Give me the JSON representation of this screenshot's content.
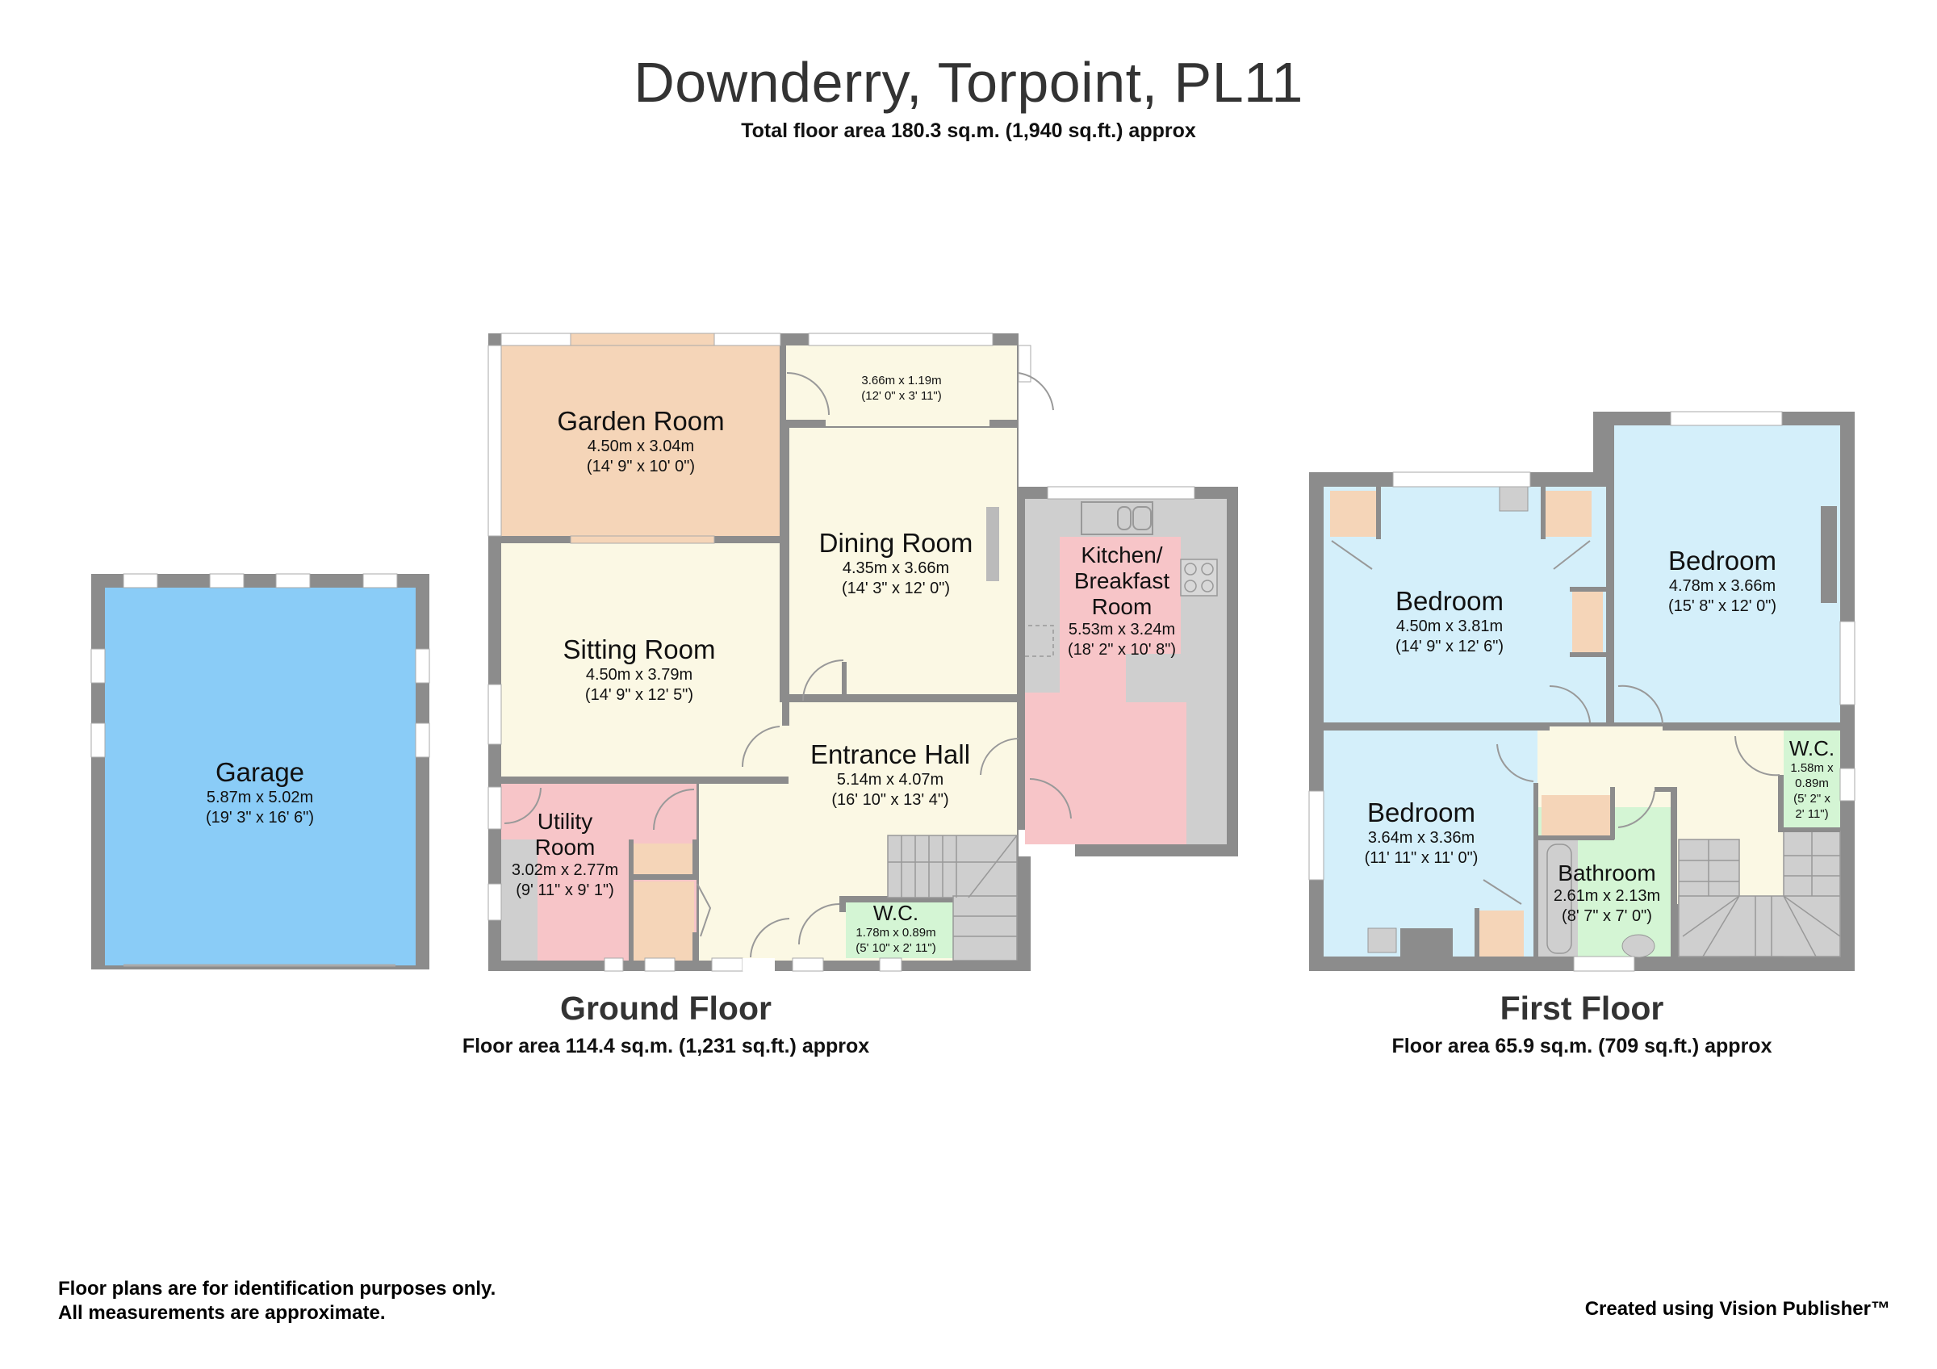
{
  "header": {
    "title": "Downderry, Torpoint, PL11",
    "total_area": "Total floor area 180.3 sq.m. (1,940 sq.ft.) approx"
  },
  "colors": {
    "wall": "#8c8c8c",
    "garden_room": "#f5d5b8",
    "hall_cream": "#fbf8e4",
    "kitchen_pink": "#f7c5c8",
    "wc_green": "#d4f5d4",
    "garage_blue": "#8accf7",
    "bedroom_blue": "#d4effa",
    "worktop_grey": "#cfcfcf",
    "cupboard_peach": "#f5d5b8"
  },
  "ground_floor": {
    "title": "Ground Floor",
    "area": "Floor area 114.4 sq.m. (1,231 sq.ft.) approx",
    "rooms": [
      {
        "name": "Garden Room",
        "metric": "4.50m x 3.04m",
        "imperial": "(14' 9\" x 10' 0\")"
      },
      {
        "name": "",
        "metric": "3.66m x 1.19m",
        "imperial": "(12' 0\" x 3' 11\")"
      },
      {
        "name": "Dining Room",
        "metric": "4.35m x 3.66m",
        "imperial": "(14' 3\" x 12' 0\")"
      },
      {
        "name": "Kitchen/ Breakfast Room",
        "line1": "Kitchen/",
        "line2": "Breakfast",
        "line3": "Room",
        "metric": "5.53m x 3.24m",
        "imperial": "(18' 2\" x 10' 8\")"
      },
      {
        "name": "Sitting Room",
        "metric": "4.50m x 3.79m",
        "imperial": "(14' 9\" x 12' 5\")"
      },
      {
        "name": "Entrance Hall",
        "metric": "5.14m x 4.07m",
        "imperial": "(16' 10\" x 13' 4\")"
      },
      {
        "name": "Utility Room",
        "line1": "Utility",
        "line2": "Room",
        "metric": "3.02m x 2.77m",
        "imperial": "(9' 11\" x 9' 1\")"
      },
      {
        "name": "W.C.",
        "metric": "1.78m x 0.89m",
        "imperial": "(5' 10\" x 2' 11\")"
      }
    ]
  },
  "garage": {
    "name": "Garage",
    "metric": "5.87m x 5.02m",
    "imperial": "(19' 3\" x 16' 6\")"
  },
  "first_floor": {
    "title": "First Floor",
    "area": "Floor area 65.9 sq.m. (709 sq.ft.) approx",
    "rooms": [
      {
        "name": "Bedroom",
        "metric": "4.50m x 3.81m",
        "imperial": "(14' 9\" x 12' 6\")"
      },
      {
        "name": "Bedroom",
        "metric": "4.78m x 3.66m",
        "imperial": "(15' 8\" x 12' 0\")"
      },
      {
        "name": "Bedroom",
        "metric": "3.64m x 3.36m",
        "imperial": "(11' 11\" x 11' 0\")"
      },
      {
        "name": "Bathroom",
        "metric": "2.61m x 2.13m",
        "imperial": "(8' 7\" x 7' 0\")"
      },
      {
        "name": "W.C.",
        "metric1": "1.58m x",
        "metric2": "0.89m",
        "imperial1": "(5' 2\" x",
        "imperial2": "2' 11\")"
      }
    ]
  },
  "footer": {
    "disclaimer_line1": "Floor plans are for identification purposes only.",
    "disclaimer_line2": "All measurements are approximate.",
    "credit": "Created using Vision Publisher™"
  }
}
